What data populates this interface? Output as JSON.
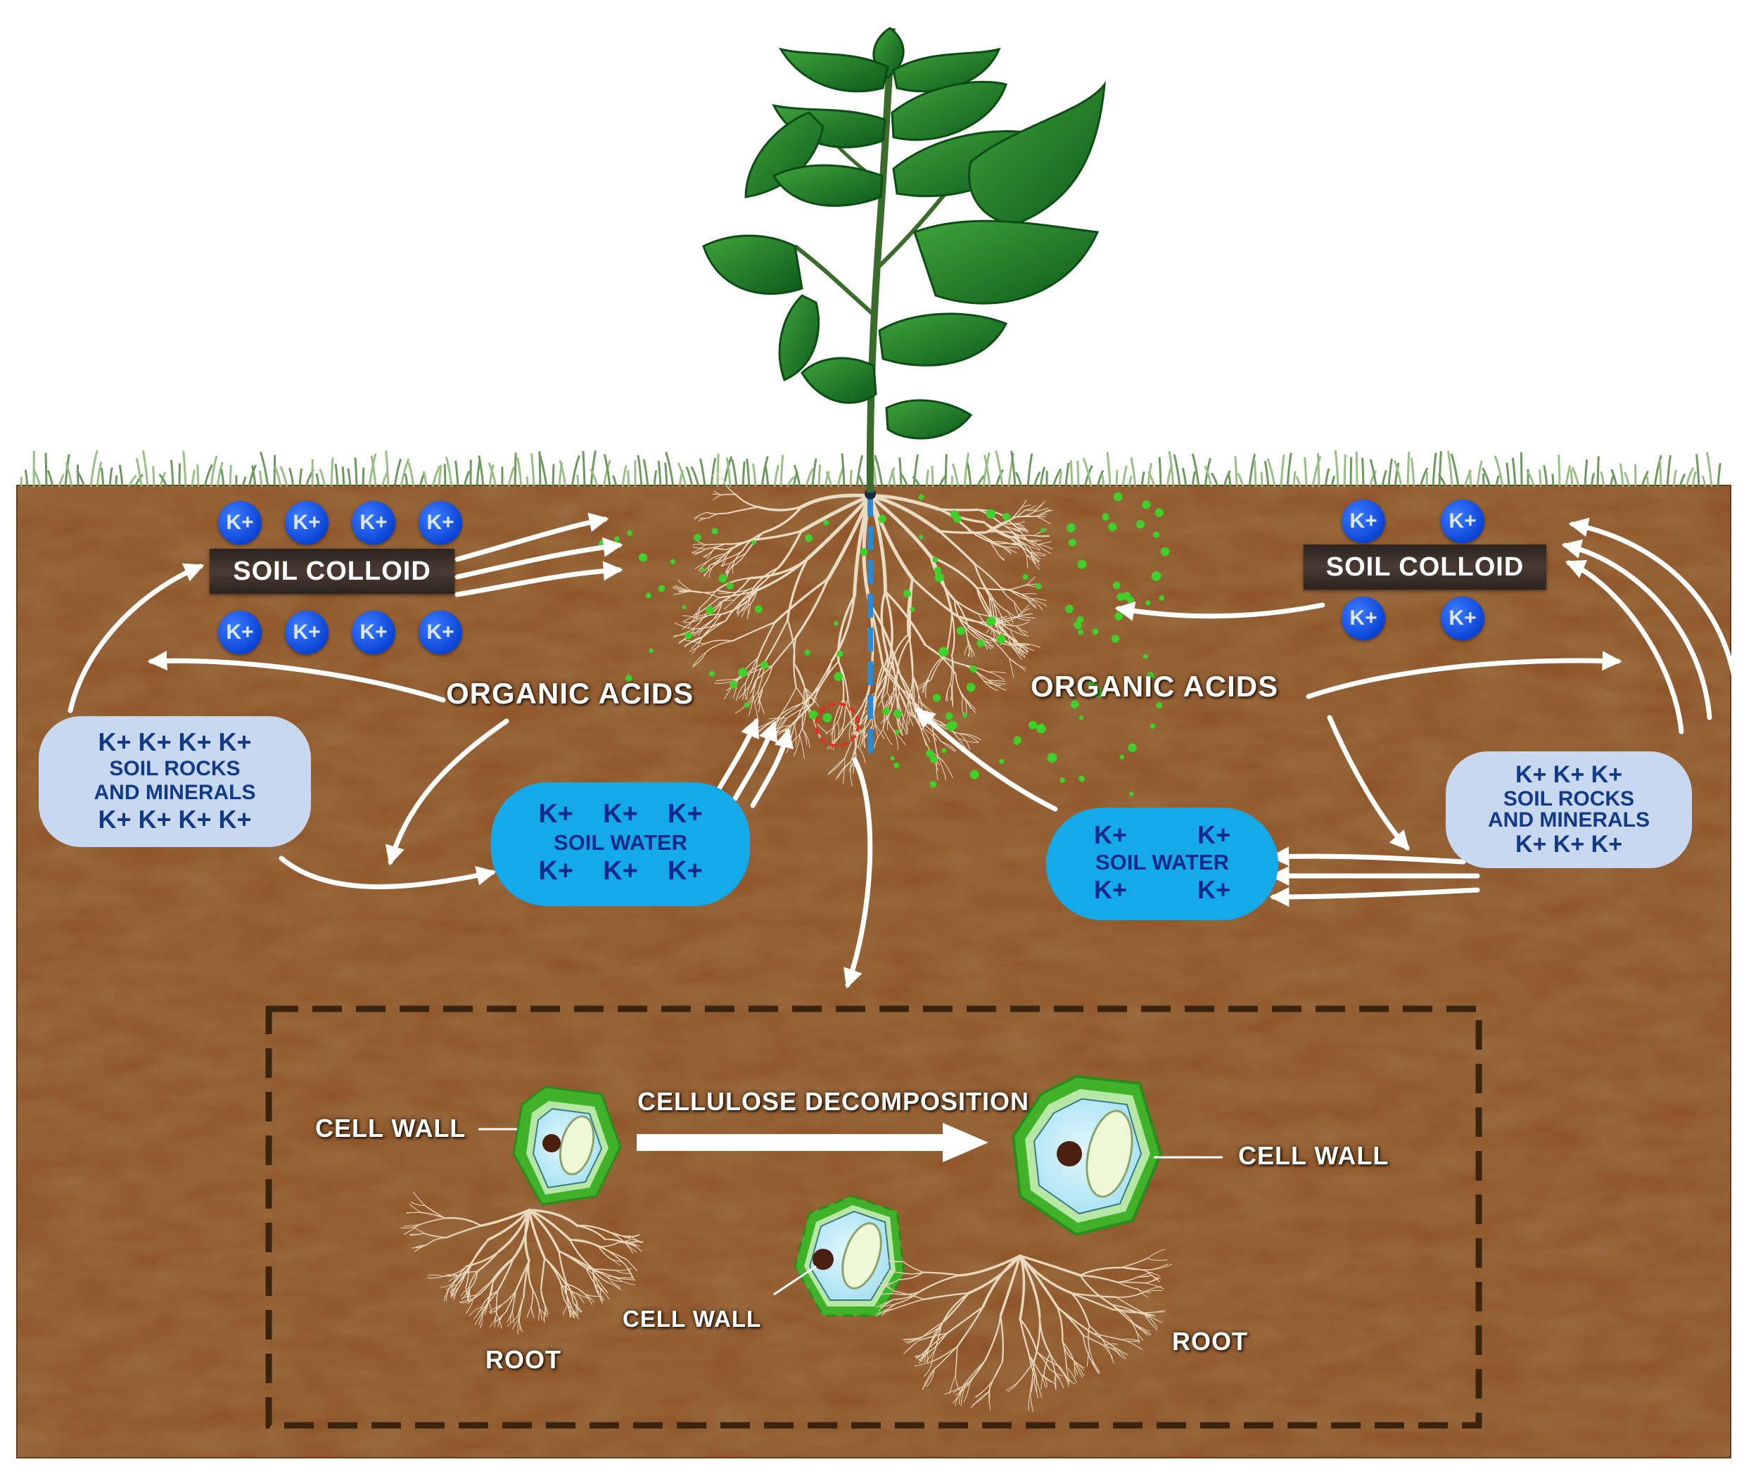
{
  "colors": {
    "soil": "#8a4f24",
    "soil_dark": "#5e3415",
    "potassium_ion": "#0b44d6",
    "soil_water": "#14aaea",
    "soil_rocks": "#c8d8ee",
    "cell_wall_green": "#45b52a",
    "organic_acid_dots": "#3fd12a",
    "root_axis": "#2e8ad0",
    "outline_box": "#3a2410"
  },
  "ion": "K+",
  "left": {
    "soil_colloid": "SOIL COLLOID",
    "organic_acids": "ORGANIC ACIDS",
    "rocks": {
      "top": "K+ K+ K+ K+",
      "line1": "SOIL ROCKS",
      "line2": "AND MINERALS",
      "bottom": "K+ K+ K+ K+"
    },
    "water": {
      "top": "K+    K+    K+",
      "label": "SOIL WATER",
      "bottom": "K+    K+    K+"
    }
  },
  "right": {
    "soil_colloid": "SOIL COLLOID",
    "organic_acids": "ORGANIC ACIDS",
    "rocks": {
      "top": "K+    K+    K+",
      "line1": "SOIL ROCKS",
      "line2": "AND MINERALS",
      "bottom": "K+    K+    K+"
    },
    "water": {
      "top": "K+          K+",
      "label": "SOIL WATER",
      "bottom": "K+          K+"
    }
  },
  "inset": {
    "process": "CELLULOSE DECOMPOSITION",
    "cell_wall_a": "CELL WALL",
    "cell_wall_b": "CELL WALL",
    "cell_wall_c": "CELL WALL",
    "root_a": "ROOT",
    "root_b": "ROOT"
  }
}
